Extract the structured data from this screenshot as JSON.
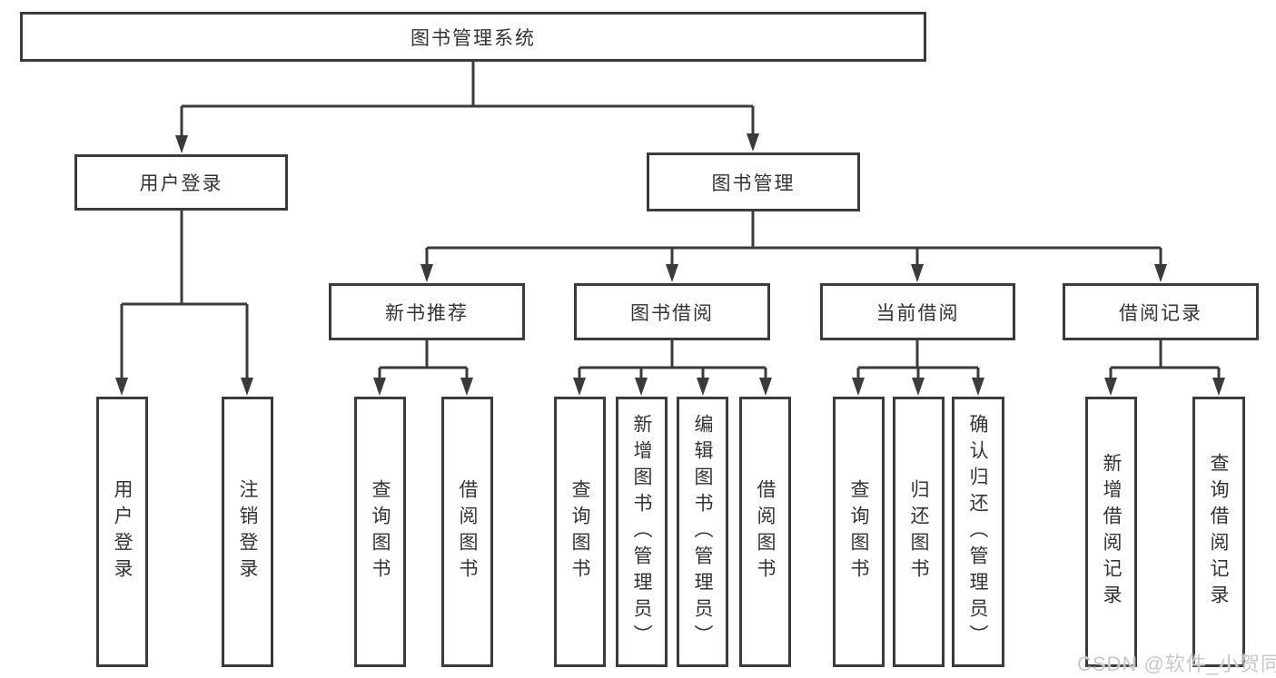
{
  "diagram_title": "图书管理系统",
  "tree": {
    "label": "图书管理系统",
    "children": [
      {
        "label": "用户登录",
        "children": [
          {
            "label": "用户登录"
          },
          {
            "label": "注销登录"
          }
        ]
      },
      {
        "label": "图书管理",
        "children": [
          {
            "label": "新书推荐",
            "children": [
              {
                "label": "查询图书"
              },
              {
                "label": "借阅图书"
              }
            ]
          },
          {
            "label": "图书借阅",
            "children": [
              {
                "label": "查询图书"
              },
              {
                "label": "新增图书（管理员）"
              },
              {
                "label": "编辑图书（管理员）"
              },
              {
                "label": "借阅图书"
              }
            ]
          },
          {
            "label": "当前借阅",
            "children": [
              {
                "label": "查询图书"
              },
              {
                "label": "归还图书"
              },
              {
                "label": "确认归还（管理员）"
              }
            ]
          },
          {
            "label": "借阅记录",
            "children": [
              {
                "label": "新增借阅记录"
              },
              {
                "label": "查询借阅记录"
              }
            ]
          }
        ]
      }
    ]
  },
  "watermark": {
    "text": "CSDN @软件_小贺同学"
  },
  "colors": {
    "line": "#3b3b3b",
    "box_border": "#3b3b3b",
    "text": "#333333",
    "watermark": "#c9c9c9",
    "background": "#ffffff"
  }
}
